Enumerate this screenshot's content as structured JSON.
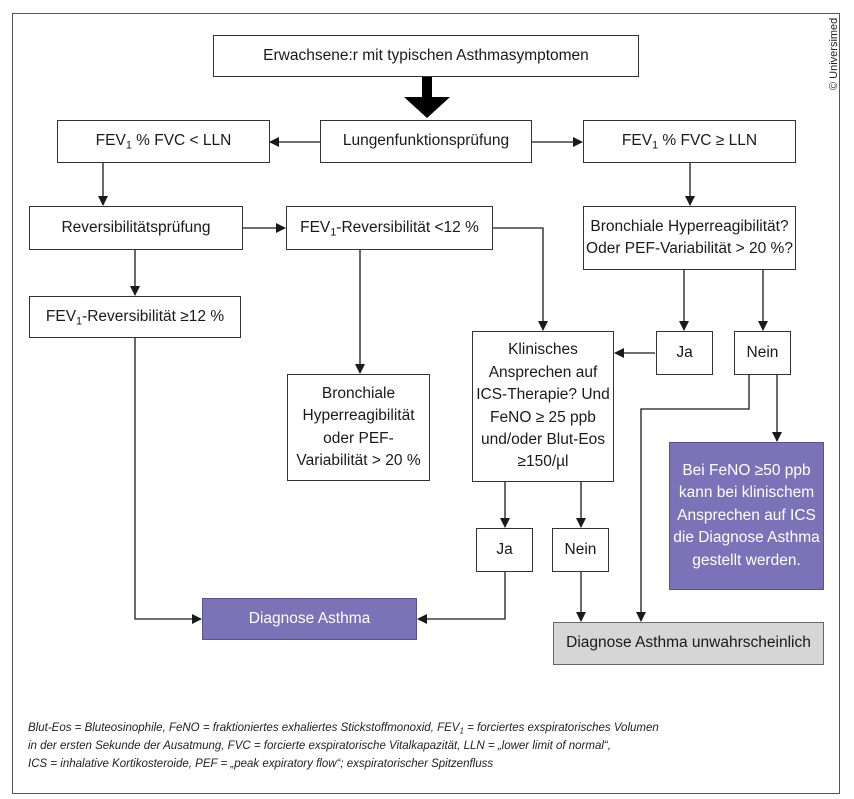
{
  "copyright": "© Universimed",
  "nodes": {
    "start": "Erwachsene:r mit typischen Asthmasymptomen",
    "lungenfunktion": "Lungenfunktionsprüfung",
    "fev_lt_lln": {
      "a": "FEV",
      "sub": "1",
      "b": " % FVC < LLN"
    },
    "fev_ge_lln": {
      "a": "FEV",
      "sub": "1",
      "b": " % FVC ≥ LLN"
    },
    "reversibilitaet": "Reversibilitätsprüfung",
    "fev_rev_lt12": {
      "a": "FEV",
      "sub": "1",
      "b": "-Reversibilität <12 %"
    },
    "fev_rev_ge12": {
      "a": "FEV",
      "sub": "1",
      "b": "-Reversibilität ≥12 %"
    },
    "bronchiale_q": [
      "Bronchiale Hyperreagibilität?",
      "Oder PEF-Variabilität > 20 %?"
    ],
    "bronchiale_left": [
      "Bronchiale",
      "Hyperreagibilität",
      "oder PEF-",
      "Variabilität > 20 %"
    ],
    "klinisch": [
      "Klinisches",
      "Ansprechen auf",
      "ICS-Therapie? Und",
      "FeNO ≥ 25 ppb",
      "und/oder Blut-Eos",
      "≥150/µl"
    ],
    "ja_top": "Ja",
    "nein_top": "Nein",
    "ja_bottom": "Ja",
    "nein_bottom": "Nein",
    "feno_note": [
      "Bei FeNO ≥50 ppb",
      "kann bei klinischem",
      "Ansprechen auf ICS",
      "die Diagnose Asthma",
      "gestellt werden."
    ],
    "diagnose": "Diagnose Asthma",
    "unwahrscheinlich": "Diagnose Asthma unwahrscheinlich"
  },
  "footer": {
    "line1_a": "Blut-Eos = Bluteosinophile, FeNO = fraktioniertes exhaliertes Stickstoffmonoxid, FEV",
    "line1_sub": "1",
    "line1_b": " = forciertes exspiratorisches Volumen",
    "line2": "in der ersten Sekunde der Ausatmung, FVC = forcierte exspiratorische Vitalkapazität, LLN = „lower limit of normal“,",
    "line3": "ICS = inhalative Kortikosteroide, PEF = „peak expiratory flow“; exspiratorischer Spitzenfluss"
  },
  "colors": {
    "accent_purple": "#7c72b8",
    "result_gray": "#d6d6d6",
    "line": "#1a1a1a"
  }
}
